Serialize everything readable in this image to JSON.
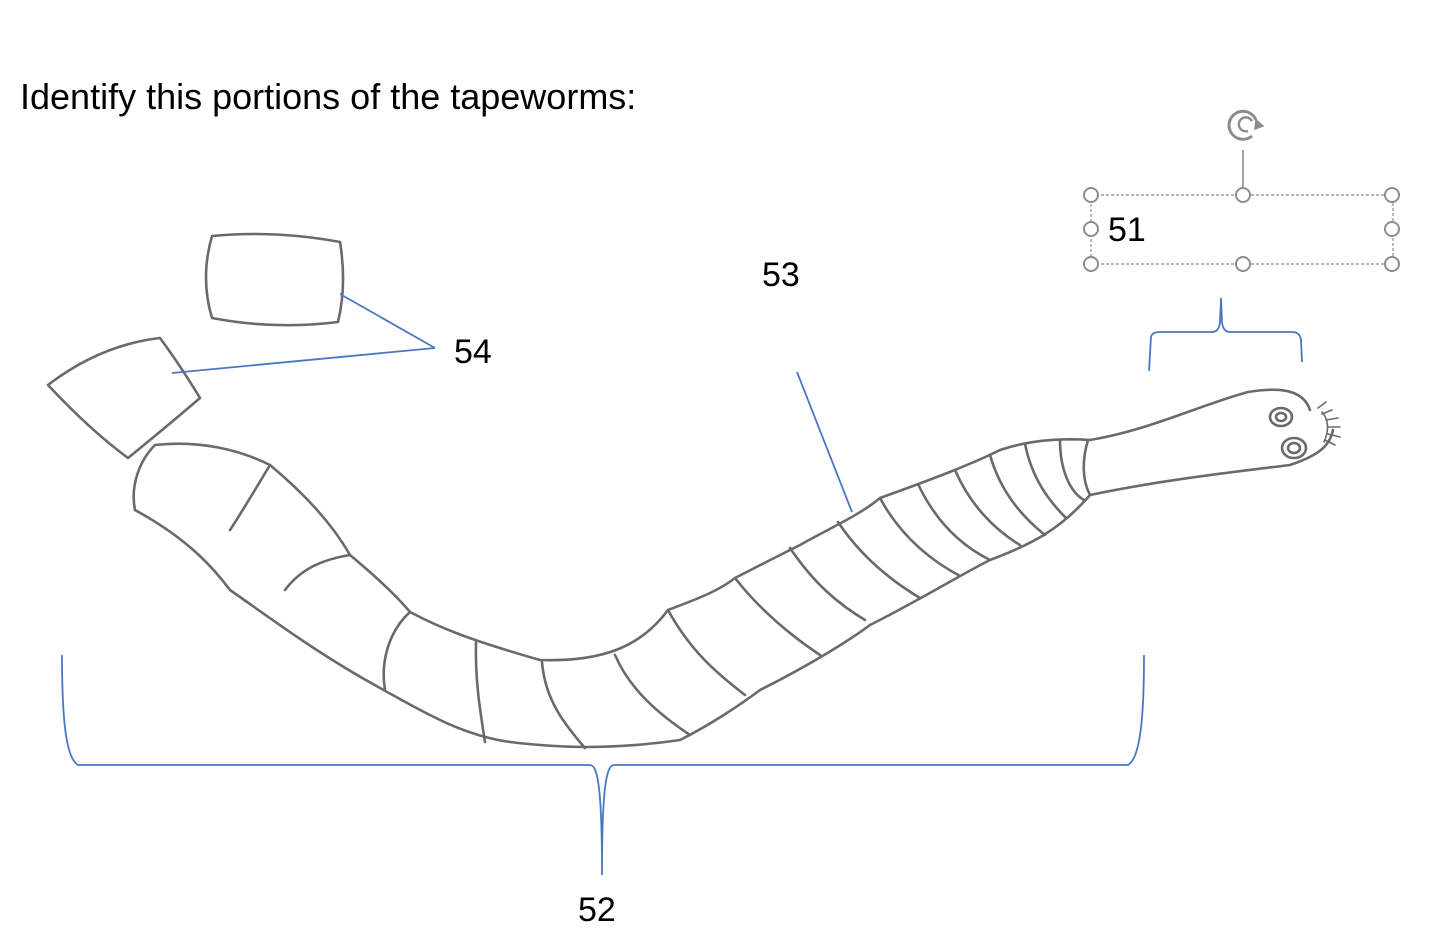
{
  "prompt": "Identify this portions of the tapeworms:",
  "labels": {
    "scolex": "51",
    "strobila": "52",
    "proglottid": "53",
    "gravid_proglottids": "54"
  },
  "colors": {
    "drawing": "#6a6a6a",
    "leader_lines": "#4a78c0",
    "selection": "#8c8c8c"
  }
}
